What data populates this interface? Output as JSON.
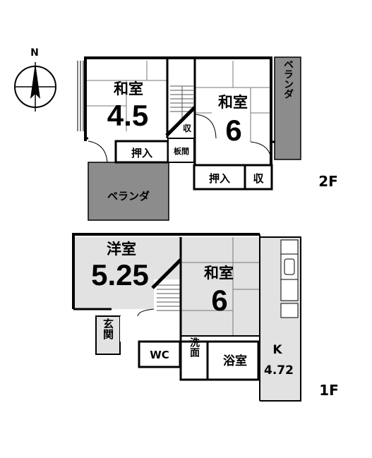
{
  "compass": {
    "label": "N"
  },
  "floor2": {
    "label": "2F",
    "washitsu45": {
      "name": "和室",
      "size": "4.5"
    },
    "washitsu6": {
      "name": "和室",
      "size": "6"
    },
    "oshiire_left": "押入",
    "oshiire_right": "押入",
    "shu_stair": "収",
    "shu_right": "収",
    "itama": "板間",
    "veranda_right": "ベランダ",
    "veranda_bottom": "ベランダ"
  },
  "floor1": {
    "label": "1F",
    "yoshitsu": {
      "name": "洋室",
      "size": "5.25"
    },
    "washitsu6": {
      "name": "和室",
      "size": "6"
    },
    "genkan": "玄関",
    "wc": "WC",
    "senmen": "洗面",
    "yokushitsu": "浴室",
    "kitchen": {
      "name": "K",
      "size": "4.72"
    }
  },
  "colors": {
    "wall": "#000000",
    "veranda": "#8c8c8c",
    "tatami_line": "#666666",
    "floor_gray": "#e2e2e2"
  }
}
